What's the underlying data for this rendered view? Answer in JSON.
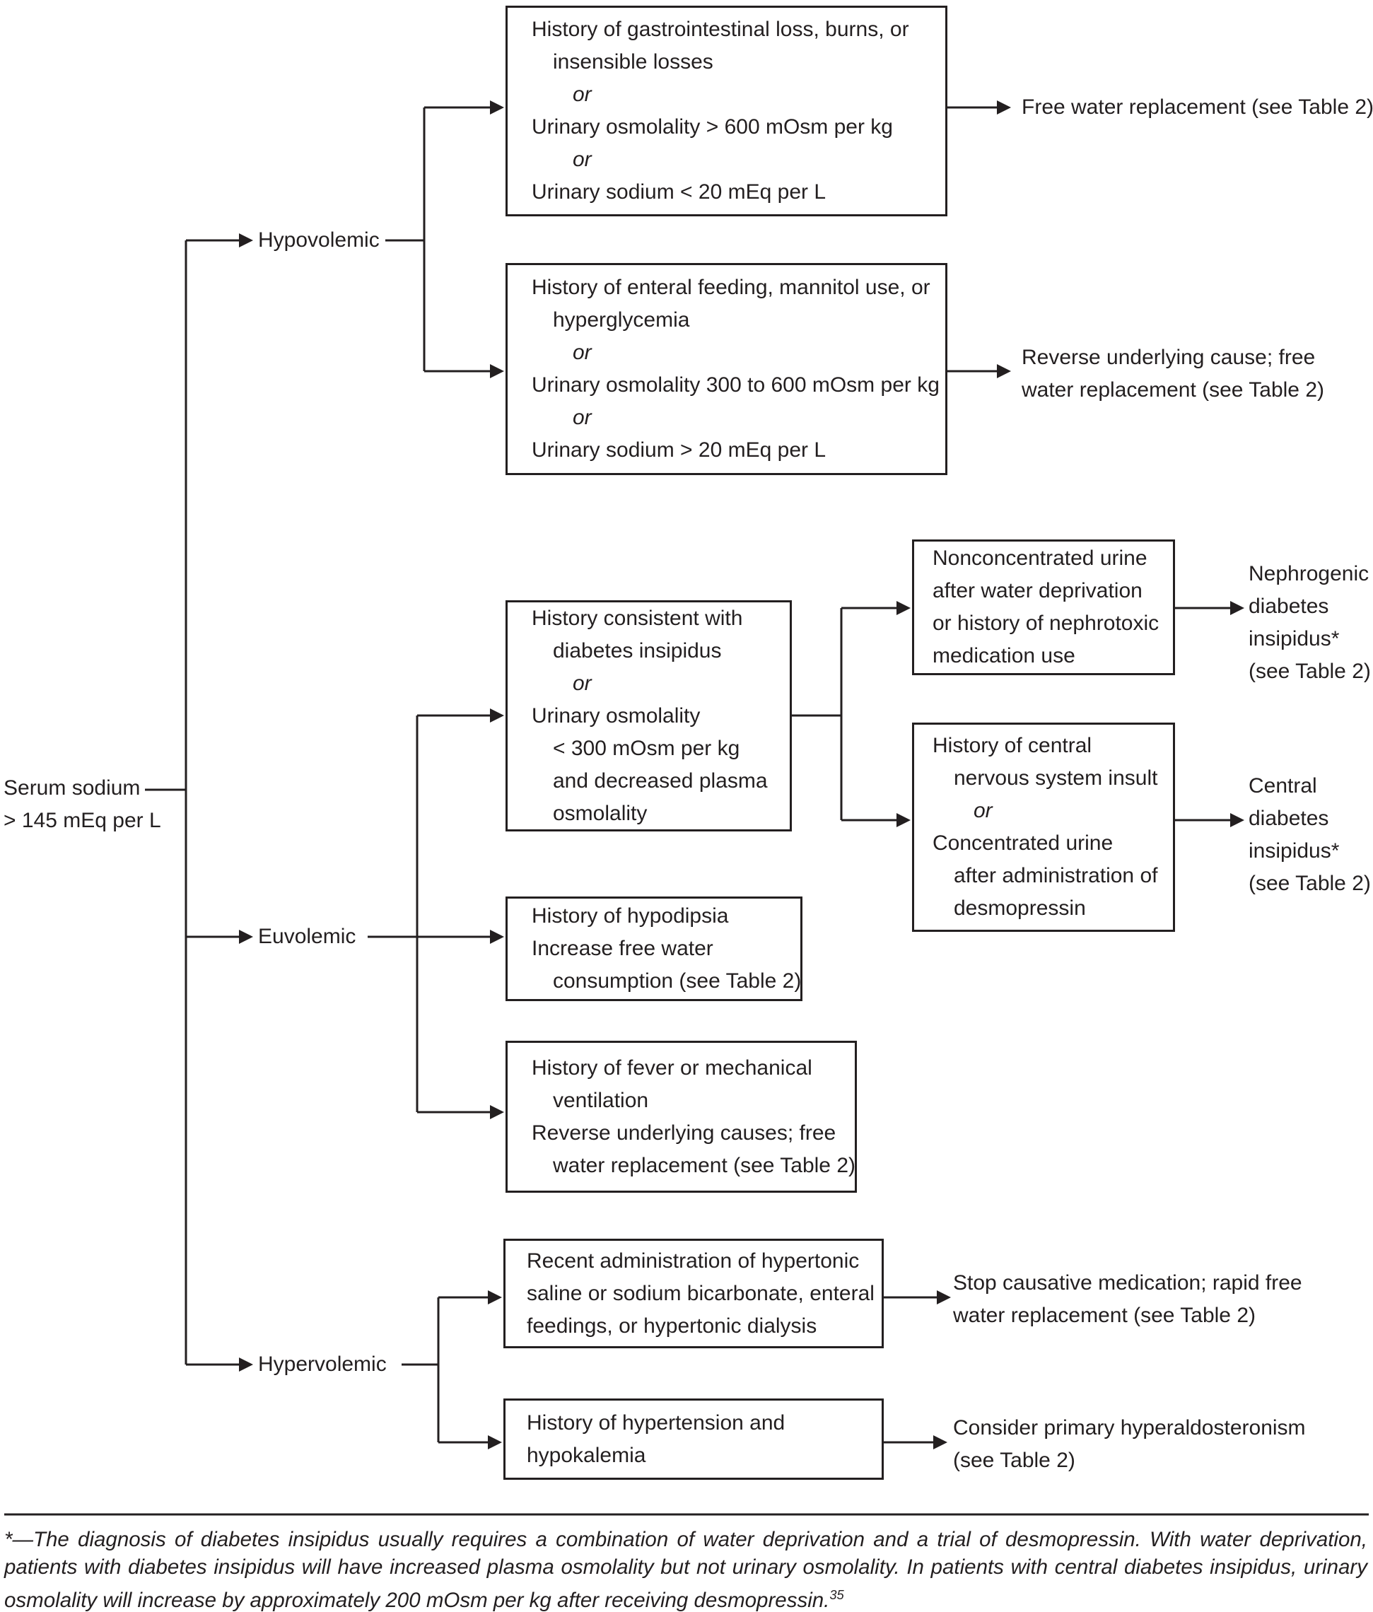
{
  "figure": {
    "colors": {
      "ink": "#231f20",
      "background": "#ffffff"
    },
    "root_label": {
      "line1": "Serum sodium",
      "line2": "> 145 mEq per L"
    },
    "branch_labels": {
      "hypovolemic": "Hypovolemic",
      "euvolemic": "Euvolemic",
      "hypervolemic": "Hypervolemic"
    },
    "boxes": {
      "hypovolemic_concentrated": {
        "lines": [
          {
            "text": "History of gastrointestinal loss, burns, or",
            "style": "base"
          },
          {
            "text": "insensible losses",
            "style": "cont"
          },
          {
            "text": "or",
            "style": "or"
          },
          {
            "text": "Urinary osmolality > 600 mOsm per kg",
            "style": "base"
          },
          {
            "text": "or",
            "style": "or"
          },
          {
            "text": "Urinary sodium < 20 mEq per L",
            "style": "base"
          }
        ]
      },
      "hypovolemic_intermediate": {
        "lines": [
          {
            "text": "History of enteral feeding, mannitol use, or",
            "style": "base"
          },
          {
            "text": "hyperglycemia",
            "style": "cont"
          },
          {
            "text": "or",
            "style": "or"
          },
          {
            "text": "Urinary osmolality 300 to 600 mOsm per kg",
            "style": "base"
          },
          {
            "text": "or",
            "style": "or"
          },
          {
            "text": "Urinary sodium > 20 mEq per L",
            "style": "base"
          }
        ]
      },
      "euvolemic_diabetes_insipidus": {
        "lines": [
          {
            "text": "History consistent with",
            "style": "base"
          },
          {
            "text": "diabetes insipidus",
            "style": "cont"
          },
          {
            "text": "or",
            "style": "or"
          },
          {
            "text": "Urinary osmolality",
            "style": "base"
          },
          {
            "text": "< 300 mOsm per kg",
            "style": "cont"
          },
          {
            "text": "and decreased plasma",
            "style": "cont"
          },
          {
            "text": "osmolality",
            "style": "cont"
          }
        ]
      },
      "nephrogenic_criteria": {
        "lines": [
          {
            "text": "Nonconcentrated urine",
            "style": "base"
          },
          {
            "text": "after water deprivation",
            "style": "base"
          },
          {
            "text": "or history of nephrotoxic",
            "style": "base"
          },
          {
            "text": "medication use",
            "style": "base"
          }
        ]
      },
      "central_criteria": {
        "lines": [
          {
            "text": "History of central",
            "style": "base"
          },
          {
            "text": "nervous system insult",
            "style": "cont"
          },
          {
            "text": "or",
            "style": "or"
          },
          {
            "text": "Concentrated urine",
            "style": "base"
          },
          {
            "text": "after administration of",
            "style": "cont"
          },
          {
            "text": "desmopressin",
            "style": "cont"
          }
        ]
      },
      "hypodipsia": {
        "lines": [
          {
            "text": "History of hypodipsia",
            "style": "base"
          },
          {
            "text": "Increase free water",
            "style": "base"
          },
          {
            "text": "consumption (see Table 2)",
            "style": "cont"
          }
        ]
      },
      "fever_ventilation": {
        "lines": [
          {
            "text": "History of fever or mechanical",
            "style": "base"
          },
          {
            "text": "ventilation",
            "style": "cont"
          },
          {
            "text": "Reverse underlying causes; free",
            "style": "base"
          },
          {
            "text": "water replacement (see Table 2)",
            "style": "cont"
          }
        ]
      },
      "hypertonic_administration": {
        "lines": [
          {
            "text": "Recent administration of hypertonic",
            "style": "base"
          },
          {
            "text": "saline or sodium bicarbonate, enteral",
            "style": "base"
          },
          {
            "text": "feedings, or hypertonic dialysis",
            "style": "base"
          }
        ]
      },
      "hypertension_hypokalemia": {
        "lines": [
          {
            "text": "History of hypertension and",
            "style": "base"
          },
          {
            "text": "hypokalemia",
            "style": "base"
          }
        ]
      }
    },
    "outcomes": {
      "free_water": {
        "lines": [
          "Free water replacement (see Table 2)"
        ]
      },
      "reverse_cause": {
        "lines": [
          "Reverse underlying cause; free",
          "water replacement (see Table 2)"
        ]
      },
      "nephrogenic_di": {
        "lines": [
          "Nephrogenic",
          "diabetes",
          "insipidus*",
          "(see Table 2)"
        ]
      },
      "central_di": {
        "lines": [
          "Central",
          "diabetes",
          "insipidus*",
          "(see Table 2)"
        ]
      },
      "stop_medication": {
        "lines": [
          "Stop causative medication; rapid free",
          "water replacement (see Table 2)"
        ]
      },
      "hyperaldosteronism": {
        "lines": [
          "Consider primary hyperaldosteronism",
          "(see Table 2)"
        ]
      }
    },
    "footnote": {
      "text": "*—The diagnosis of diabetes insipidus usually requires a combination of water deprivation and a trial of desmopressin. With water deprivation, patients with diabetes insipidus will have increased plasma osmolality but not urinary osmolality. In patients with central diabetes insipidus, urinary osmolality will increase by approximately 200 mOsm per kg after receiving desmopressin.",
      "reference": "35"
    }
  }
}
